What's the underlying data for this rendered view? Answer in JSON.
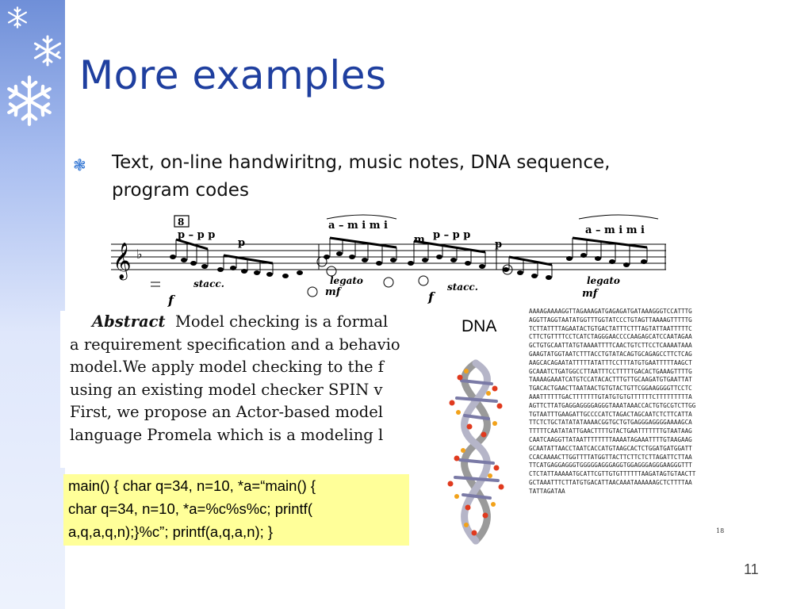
{
  "slide": {
    "title": "More examples",
    "bullet_text_line1": "Text, on-line handwiritng, music notes, DNA sequence,",
    "bullet_text_line2": "program codes",
    "page_number": "11"
  },
  "music": {
    "box_number": "8",
    "fingering_1": "p – p   p",
    "fingering_2": "p",
    "fingering_3": "a – m i  m i",
    "fingering_4": "m",
    "fingering_5": "p – p   p",
    "fingering_6": "p",
    "fingering_7": "a – m i m i",
    "dyn_1": "f",
    "dyn_2": "mf",
    "dyn_3": "f",
    "dyn_4": "mf",
    "stacc_1": "stacc.",
    "stacc_2": "stacc.",
    "legato_1": "legato",
    "legato_2": "legato"
  },
  "abstract": {
    "heading": "Abstract",
    "line1": "Model checking is a formal",
    "line2": "a requirement specification and a behavio",
    "line3": "model.We apply model checking to the f",
    "line4": "using an existing model checker SPIN v",
    "line5": "First, we propose an Actor-based model",
    "line6": "language Promela which is a modeling l"
  },
  "code": {
    "line1": "main() { char q=34, n=10, *a=“main() {",
    "line2": " char q=34, n=10, *a=%c%s%c; printf(",
    "line3": "a,q,a,q,n);}%c”; printf(a,q,a,n); }"
  },
  "dna": {
    "label": "DNA",
    "figure_number": "18",
    "sequence": [
      "AAAAGAAAAGGTTAGAAAGATGAGAGATGATAAAGGGTCCATTTG",
      "AGGTTAGGTAATATGGTTTGGTATCCCTGTAGTTAAAAGTTTTTG",
      "TCTTATTTTAGAATACTGTGACTATTTCTTTAGTATTAATTTTTC",
      "CTTCTGTTTTCCTCATCTAGGGAACCCCAAGAGCATCCAATAGAA",
      "GCTGTGCAATTATGTAAAATTTTCAACTGTCTTCCTCAAAATAAA",
      "GAAGTATGGTAATCTTTACCTGTATACAGTGCAGAGCCTTCTCAG",
      "AAGCACAGAATATTTTTATATTTCCTTTATGTGAATTTTTAAGCT",
      "GCAAATCTGATGGCCTTAATTTCCTTTTTGACACTGAAAGTTTTG",
      "TAAAAGAAATCATGTCCATACACTTTGTTGCAAGATGTGAATTAT",
      "TGACACTGAACTTAATAACTGTGTACTGTTCGGAAGGGGTTCCTC",
      "AAATTTTTTGACTTTTTTTGTATGTGTGTTTTTTCTTTTTTTTTA",
      "AGTTCTTATGAGGAGGGGAGGGTAAATAAACCACTGTGCGTCTTGG",
      "TGTAATTTGAAGATTGCCCCATCTAGACTAGCAATCTCTTCATTA",
      "TTCTCTGCTATATATAAAACGGTGCTGTGAGGGAGGGGAAAAGCA",
      "TTTTTCAATATATTGAACTTTTGTACTGAATTTTTTTGTAATAAG",
      "CAATCAAGGTTATAATTTTTTTTAAAATAGAAATTTTGTAAGAAG",
      "GCAATATTAACCTAATCACCATGTAAGCACTCTGGATGATGGATT",
      "CCACAAAACTTGGTTTTATGGTTACTTCTTCTCTTAGATTCTTAA",
      "TTCATGAGGAGGGTGGGGGAGGGAGGTGGAGGGAGGGAAGGGTTT",
      "CTCTATTAAAAATGCATTCGTTGTGTTTTTTAAGATAGTGTAACTT",
      "GCTAAATTTCTTATGTGACATTAACAAATAAAAAAGCTCTTTTAA",
      "TATTAGATAA"
    ]
  },
  "colors": {
    "title": "#1f3f9f",
    "bullet": "#3a7bd5",
    "code_background": "#ffff99"
  },
  "icons": [
    "snowflake-icon",
    "asterisk-bullet-icon",
    "dna-helix-icon"
  ]
}
